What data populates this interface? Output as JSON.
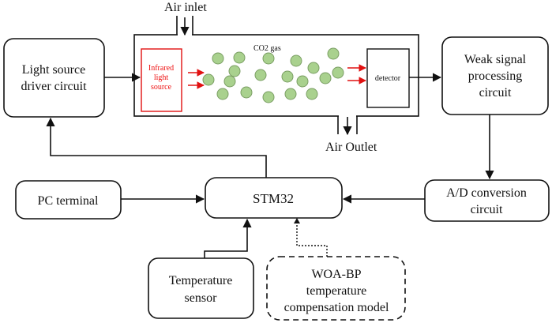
{
  "boxes": {
    "light_source_driver": [
      "Light source",
      "driver circuit"
    ],
    "weak_signal": [
      "Weak signal",
      "processing",
      "circuit"
    ],
    "pc_terminal": "PC terminal",
    "stm32": "STM32",
    "ad_conversion": [
      "A/D conversion",
      "circuit"
    ],
    "temperature_sensor": [
      "Temperature",
      "sensor"
    ],
    "woa_bp": [
      "WOA-BP",
      "temperature",
      "compensation model"
    ]
  },
  "chamber": {
    "gas_label": "CO2 gas",
    "infrared_source": [
      "Infrared",
      "light",
      "source"
    ],
    "detector": "detector",
    "air_inlet": "Air inlet",
    "air_outlet": "Air Outlet"
  },
  "colors": {
    "infrared": "#e11111",
    "gas_particle_fill": "#a9d18e",
    "gas_particle_stroke": "#7a9e63",
    "line": "#111111"
  }
}
